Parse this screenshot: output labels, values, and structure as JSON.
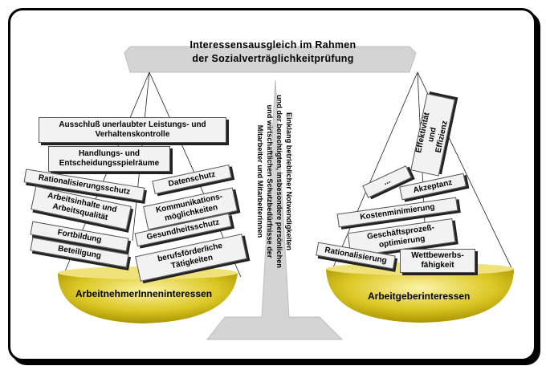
{
  "title_lines": [
    "Interessensausgleich im Rahmen",
    "der Sozialverträglichkeitprüfung"
  ],
  "center_text_lines": [
    "Einklang betrieblicher Notwendigkeiten",
    "und der berechtigten, insbesondere persönlichen",
    "und wirtschaftlichen Schutzbedürfnisse der",
    "Mitarbeiter und Mitarbeiterinnen"
  ],
  "left_pan": {
    "label": "ArbeitnehmerInneninteressen",
    "items": [
      {
        "lines": [
          "Ausschluß unerlaubter Leistungs- und",
          "Verhaltenskontrolle"
        ]
      },
      {
        "lines": [
          "Handlungs- und",
          "Entscheidungsspielräume"
        ]
      },
      {
        "lines": [
          "Rationalisierungsschutz"
        ]
      },
      {
        "lines": [
          "Arbeitsinhalte und",
          "Arbeitsqualität"
        ]
      },
      {
        "lines": [
          "Fortbildung"
        ]
      },
      {
        "lines": [
          "Beteiligung"
        ]
      },
      {
        "lines": [
          "Datenschutz"
        ]
      },
      {
        "lines": [
          "Kommunikations-",
          "möglichkeiten"
        ]
      },
      {
        "lines": [
          "Gesundheitsschutz"
        ]
      },
      {
        "lines": [
          "berufsförderliche",
          "Tätigkeiten"
        ]
      }
    ]
  },
  "right_pan": {
    "label": "Arbeitgeberinteressen",
    "items": [
      {
        "lines": [
          "Effektivität",
          "und",
          "Effizienz"
        ]
      },
      {
        "lines": [
          "..."
        ]
      },
      {
        "lines": [
          "Akzeptanz"
        ]
      },
      {
        "lines": [
          "Kostenminimierung"
        ]
      },
      {
        "lines": [
          "Geschäftsprozeß-",
          "optimierung"
        ]
      },
      {
        "lines": [
          "Rationalisierung"
        ]
      },
      {
        "lines": [
          "Wettbewerbs-",
          "fähigkeit"
        ]
      }
    ]
  },
  "colors": {
    "beam": "#d4d4d4",
    "pan_gold": "#c8b400",
    "pan_light": "#fbf3a8",
    "box": "#f2f2f2"
  }
}
